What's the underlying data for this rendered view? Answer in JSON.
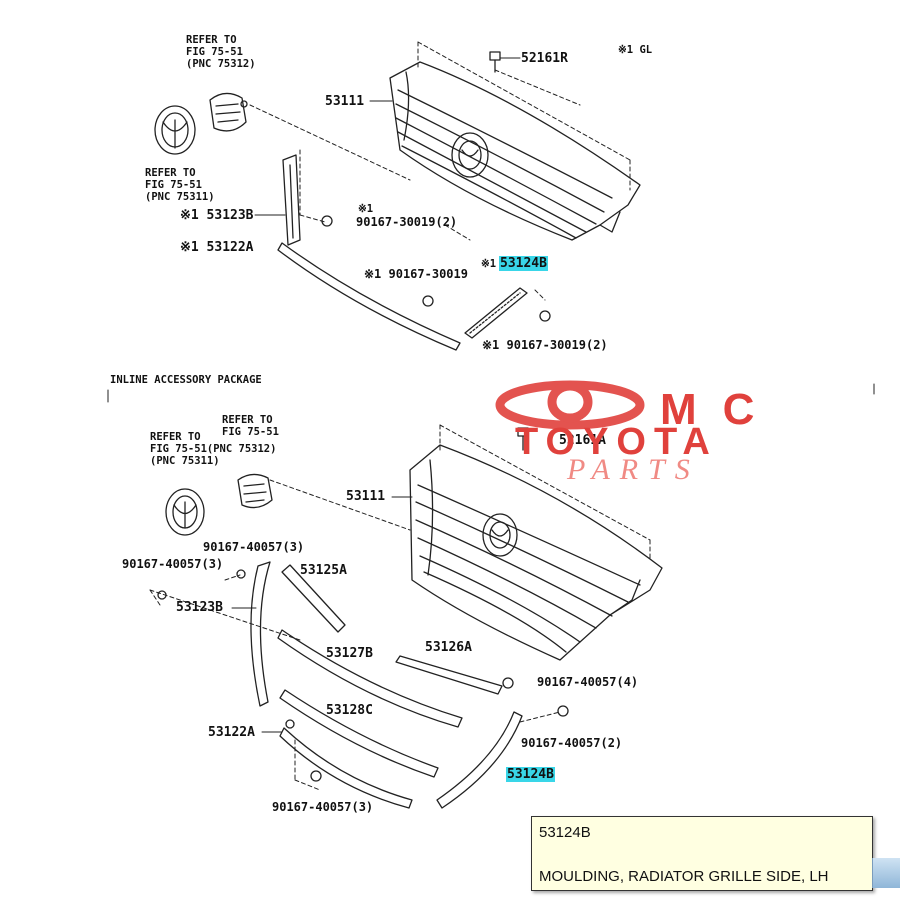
{
  "top_section": {
    "notes": {
      "refer_right": [
        "REFER TO",
        "FIG 75-51",
        "(PNC 75312)"
      ],
      "refer_left": [
        "REFER TO",
        "FIG 75-51",
        "(PNC 75311)"
      ],
      "corner_note": "※1 GL"
    },
    "labels": {
      "p52161r": "52161R",
      "p53111": "53111",
      "p53123b": "※1 53123B",
      "p53122a": "※1 53122A",
      "clip_center_mark": "※1",
      "clip_center": "90167-30019(2)",
      "clip_left": "※1 90167-30019",
      "p53124b_mark": "※1",
      "p53124b": "53124B",
      "clip_bottom": "※1 90167-30019(2)"
    }
  },
  "bottom_section": {
    "heading": "INLINE ACCESSORY PACKAGE",
    "notes": {
      "refer_right": [
        "REFER TO",
        "FIG 75-51"
      ],
      "refer_left": [
        "REFER TO",
        "FIG 75-51(PNC 75312)",
        "(PNC 75311)"
      ]
    },
    "labels": {
      "p52161a": "52161A",
      "p53111": "53111",
      "clip_top": "90167-40057(3)",
      "clip_left": "90167-40057(3)",
      "p53125a": "53125A",
      "p53123b": "53123B",
      "p53126a": "53126A",
      "p53127b": "53127B",
      "clip_right": "90167-40057(4)",
      "p53128c": "53128C",
      "p53122a": "53122A",
      "clip_mid": "90167-40057(2)",
      "p53124b": "53124B",
      "clip_bottom": "90167-40057(3)"
    }
  },
  "watermark": {
    "line1": "MC",
    "line2": "TOYOTA",
    "line3": "PARTS",
    "color": "#e0413c"
  },
  "tooltip": {
    "code": "53124B",
    "description": "MOULDING, RADIATOR GRILLE SIDE, LH"
  },
  "colors": {
    "highlight": "#39d6e8",
    "tooltip_bg": "#ffffe1"
  }
}
